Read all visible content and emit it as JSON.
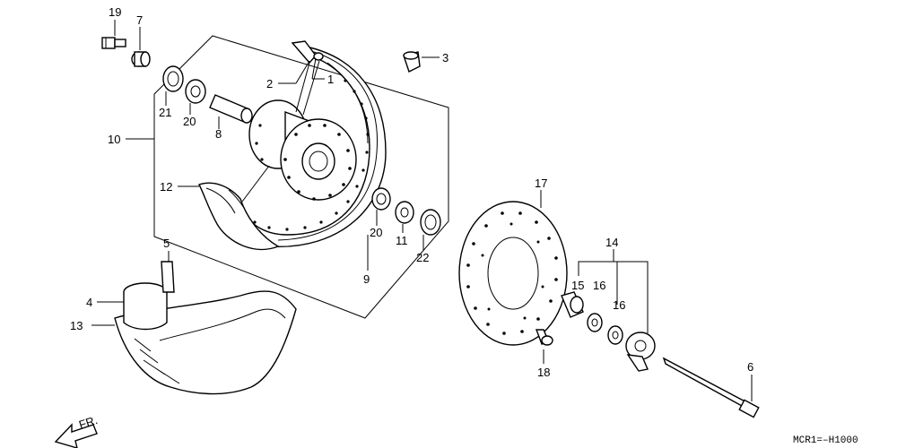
{
  "diagram": {
    "drawing_code": "MCR1=–H1000",
    "direction_marker": "FR.",
    "callouts": [
      {
        "id": "c1",
        "text": "1"
      },
      {
        "id": "c2",
        "text": "2"
      },
      {
        "id": "c3",
        "text": "3"
      },
      {
        "id": "c4",
        "text": "4"
      },
      {
        "id": "c5",
        "text": "5"
      },
      {
        "id": "c6",
        "text": "6"
      },
      {
        "id": "c7",
        "text": "7"
      },
      {
        "id": "c8",
        "text": "8"
      },
      {
        "id": "c9",
        "text": "9"
      },
      {
        "id": "c10",
        "text": "10"
      },
      {
        "id": "c11",
        "text": "11"
      },
      {
        "id": "c12",
        "text": "12"
      },
      {
        "id": "c13",
        "text": "13"
      },
      {
        "id": "c14",
        "text": "14"
      },
      {
        "id": "c15",
        "text": "15"
      },
      {
        "id": "c16a",
        "text": "16"
      },
      {
        "id": "c16b",
        "text": "16"
      },
      {
        "id": "c17",
        "text": "17"
      },
      {
        "id": "c18",
        "text": "18"
      },
      {
        "id": "c19",
        "text": "19"
      },
      {
        "id": "c20a",
        "text": "20"
      },
      {
        "id": "c20b",
        "text": "20"
      },
      {
        "id": "c21",
        "text": "21"
      },
      {
        "id": "c22",
        "text": "22"
      }
    ]
  }
}
